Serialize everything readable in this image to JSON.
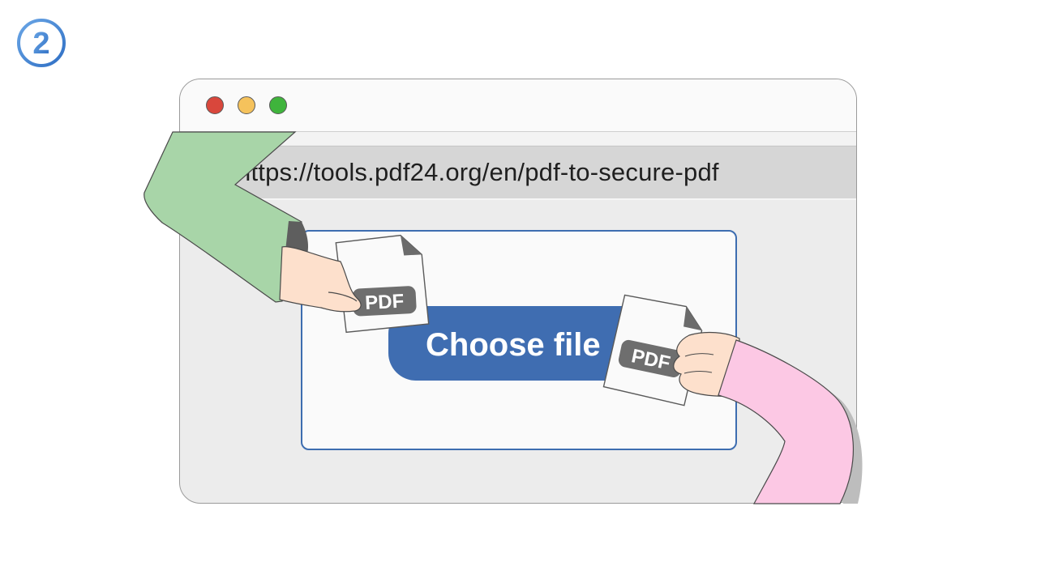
{
  "step": {
    "number": "2"
  },
  "browser": {
    "url": "https://tools.pdf24.org/en/pdf-to-secure-pdf",
    "window_controls": {
      "close_color": "#d9473c",
      "minimize_color": "#f5c25c",
      "maximize_color": "#3fb43c"
    }
  },
  "upload": {
    "button_label": "Choose file",
    "accent_color": "#3f6db1"
  },
  "documents": [
    {
      "label": "PDF"
    },
    {
      "label": "PDF"
    }
  ],
  "icons": {
    "step_badge": "circled-digit-icon",
    "document": "pdf-file-icon"
  }
}
